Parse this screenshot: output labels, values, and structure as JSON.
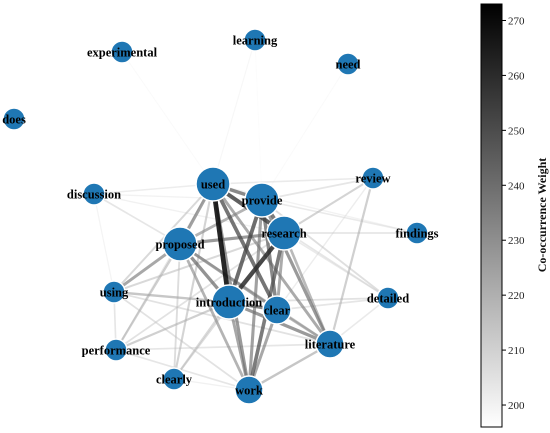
{
  "graph": {
    "node_color": "#1f77b4",
    "node_stroke": "#ffffff",
    "nodes": [
      {
        "id": "experimental",
        "label": "experimental",
        "size": "small"
      },
      {
        "id": "learning",
        "label": "learning",
        "size": "small"
      },
      {
        "id": "need",
        "label": "need",
        "size": "small"
      },
      {
        "id": "does",
        "label": "does",
        "size": "small"
      },
      {
        "id": "discussion",
        "label": "discussion",
        "size": "small"
      },
      {
        "id": "used",
        "label": "used",
        "size": "large"
      },
      {
        "id": "provide",
        "label": "provide",
        "size": "large"
      },
      {
        "id": "review",
        "label": "review",
        "size": "small"
      },
      {
        "id": "research",
        "label": "research",
        "size": "large"
      },
      {
        "id": "findings",
        "label": "findings",
        "size": "small"
      },
      {
        "id": "proposed",
        "label": "proposed",
        "size": "large"
      },
      {
        "id": "using",
        "label": "using",
        "size": "small"
      },
      {
        "id": "introduction",
        "label": "introduction",
        "size": "large"
      },
      {
        "id": "clear",
        "label": "clear",
        "size": "medium"
      },
      {
        "id": "detailed",
        "label": "detailed",
        "size": "small"
      },
      {
        "id": "performance",
        "label": "performance",
        "size": "small"
      },
      {
        "id": "literature",
        "label": "literature",
        "size": "medium"
      },
      {
        "id": "clearly",
        "label": "clearly",
        "size": "small"
      },
      {
        "id": "work",
        "label": "work",
        "size": "medium"
      }
    ],
    "edges": [
      {
        "source": "used",
        "target": "introduction",
        "weight": 268
      },
      {
        "source": "used",
        "target": "research",
        "weight": 255
      },
      {
        "source": "used",
        "target": "provide",
        "weight": 245
      },
      {
        "source": "used",
        "target": "proposed",
        "weight": 238
      },
      {
        "source": "used",
        "target": "clear",
        "weight": 250
      },
      {
        "source": "used",
        "target": "work",
        "weight": 240
      },
      {
        "source": "used",
        "target": "literature",
        "weight": 235
      },
      {
        "source": "used",
        "target": "using",
        "weight": 218
      },
      {
        "source": "used",
        "target": "discussion",
        "weight": 208
      },
      {
        "source": "used",
        "target": "review",
        "weight": 210
      },
      {
        "source": "used",
        "target": "detailed",
        "weight": 212
      },
      {
        "source": "used",
        "target": "performance",
        "weight": 212
      },
      {
        "source": "used",
        "target": "clearly",
        "weight": 220
      },
      {
        "source": "used",
        "target": "findings",
        "weight": 205
      },
      {
        "source": "used",
        "target": "learning",
        "weight": 202
      },
      {
        "source": "used",
        "target": "experimental",
        "weight": 200
      },
      {
        "source": "provide",
        "target": "introduction",
        "weight": 252
      },
      {
        "source": "provide",
        "target": "research",
        "weight": 248
      },
      {
        "source": "provide",
        "target": "clear",
        "weight": 245
      },
      {
        "source": "provide",
        "target": "literature",
        "weight": 240
      },
      {
        "source": "provide",
        "target": "work",
        "weight": 238
      },
      {
        "source": "provide",
        "target": "proposed",
        "weight": 232
      },
      {
        "source": "provide",
        "target": "review",
        "weight": 212
      },
      {
        "source": "provide",
        "target": "detailed",
        "weight": 215
      },
      {
        "source": "provide",
        "target": "findings",
        "weight": 210
      },
      {
        "source": "provide",
        "target": "discussion",
        "weight": 205
      },
      {
        "source": "provide",
        "target": "need",
        "weight": 200
      },
      {
        "source": "research",
        "target": "introduction",
        "weight": 260
      },
      {
        "source": "research",
        "target": "work",
        "weight": 248
      },
      {
        "source": "research",
        "target": "proposed",
        "weight": 240
      },
      {
        "source": "research",
        "target": "clear",
        "weight": 235
      },
      {
        "source": "research",
        "target": "literature",
        "weight": 230
      },
      {
        "source": "research",
        "target": "findings",
        "weight": 212
      },
      {
        "source": "research",
        "target": "detailed",
        "weight": 210
      },
      {
        "source": "research",
        "target": "review",
        "weight": 220
      },
      {
        "source": "research",
        "target": "using",
        "weight": 218
      },
      {
        "source": "research",
        "target": "performance",
        "weight": 214
      },
      {
        "source": "research",
        "target": "clearly",
        "weight": 216
      },
      {
        "source": "proposed",
        "target": "introduction",
        "weight": 242
      },
      {
        "source": "proposed",
        "target": "clear",
        "weight": 236
      },
      {
        "source": "proposed",
        "target": "work",
        "weight": 232
      },
      {
        "source": "proposed",
        "target": "using",
        "weight": 236
      },
      {
        "source": "proposed",
        "target": "literature",
        "weight": 226
      },
      {
        "source": "proposed",
        "target": "discussion",
        "weight": 212
      },
      {
        "source": "proposed",
        "target": "performance",
        "weight": 222
      },
      {
        "source": "proposed",
        "target": "clearly",
        "weight": 216
      },
      {
        "source": "introduction",
        "target": "clear",
        "weight": 245
      },
      {
        "source": "introduction",
        "target": "literature",
        "weight": 240
      },
      {
        "source": "introduction",
        "target": "work",
        "weight": 236
      },
      {
        "source": "introduction",
        "target": "using",
        "weight": 225
      },
      {
        "source": "introduction",
        "target": "performance",
        "weight": 222
      },
      {
        "source": "introduction",
        "target": "clearly",
        "weight": 218
      },
      {
        "source": "introduction",
        "target": "detailed",
        "weight": 214
      },
      {
        "source": "clear",
        "target": "literature",
        "weight": 230
      },
      {
        "source": "clear",
        "target": "work",
        "weight": 236
      },
      {
        "source": "clear",
        "target": "detailed",
        "weight": 212
      },
      {
        "source": "literature",
        "target": "work",
        "weight": 226
      },
      {
        "source": "literature",
        "target": "review",
        "weight": 222
      },
      {
        "source": "literature",
        "target": "performance",
        "weight": 212
      },
      {
        "source": "literature",
        "target": "using",
        "weight": 214
      },
      {
        "source": "literature",
        "target": "detailed",
        "weight": 210
      },
      {
        "source": "work",
        "target": "using",
        "weight": 214
      },
      {
        "source": "work",
        "target": "performance",
        "weight": 212
      },
      {
        "source": "work",
        "target": "clearly",
        "weight": 206
      },
      {
        "source": "using",
        "target": "performance",
        "weight": 212
      },
      {
        "source": "discussion",
        "target": "using",
        "weight": 204
      },
      {
        "source": "discussion",
        "target": "research",
        "weight": 206
      },
      {
        "source": "review",
        "target": "clear",
        "weight": 208
      },
      {
        "source": "learning",
        "target": "provide",
        "weight": 198
      }
    ]
  },
  "colorbar": {
    "label": "Co-occurrence Weight",
    "min": 196,
    "max": 273,
    "ticks": [
      "200",
      "210",
      "220",
      "230",
      "240",
      "250",
      "260",
      "270"
    ],
    "color_low": "#ffffff",
    "color_high": "#000000"
  }
}
